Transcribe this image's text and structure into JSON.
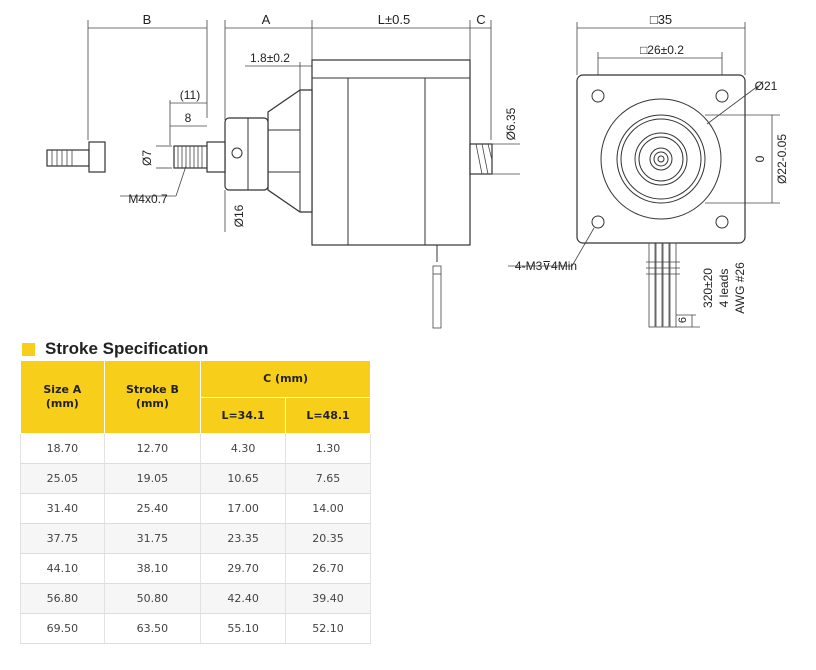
{
  "drawing": {
    "side_labels": {
      "B": "B",
      "A": "A",
      "L": "L±0.5",
      "C": "C",
      "d11": "(11)",
      "d8": "8",
      "d18": "1.8±0.2",
      "phi7": "Ø7",
      "phi16": "Ø16",
      "phi635": "Ø6.35",
      "thread": "M4x0.7"
    },
    "front_labels": {
      "sq35": "□35",
      "sq26": "□26±0.2",
      "phi21": "Ø21",
      "phi22": "Ø22-0.05",
      "zero": "0",
      "holes": "4-M3⊽4Min",
      "lead_len": "320±20",
      "leads": "4 leads",
      "awg": "AWG #26",
      "six": "6"
    }
  },
  "section": {
    "title": "Stroke Specification"
  },
  "table": {
    "headers": {
      "size_a": [
        "Size A",
        "(mm)"
      ],
      "stroke_b": [
        "Stroke B",
        "(mm)"
      ],
      "c": "C (mm)",
      "l1": "L=34.1",
      "l2": "L=48.1"
    },
    "rows": [
      [
        "18.70",
        "12.70",
        "4.30",
        "1.30"
      ],
      [
        "25.05",
        "19.05",
        "10.65",
        "7.65"
      ],
      [
        "31.40",
        "25.40",
        "17.00",
        "14.00"
      ],
      [
        "37.75",
        "31.75",
        "23.35",
        "20.35"
      ],
      [
        "44.10",
        "38.10",
        "29.70",
        "26.70"
      ],
      [
        "56.80",
        "50.80",
        "42.40",
        "39.40"
      ],
      [
        "69.50",
        "63.50",
        "55.10",
        "52.10"
      ]
    ]
  }
}
